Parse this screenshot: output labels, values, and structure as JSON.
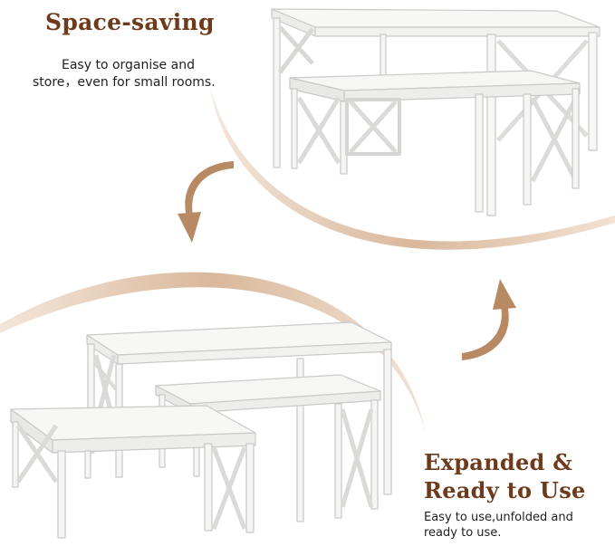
{
  "top_section": {
    "title": "Space-saving",
    "caption_line1": "Easy to organise and",
    "caption_line2": "store，even for small rooms."
  },
  "bottom_section": {
    "title_line1": "Expanded &",
    "title_line2": "Ready to Use",
    "caption_line1": "Easy to use,unfolded and",
    "caption_line2": "ready to use."
  },
  "colors": {
    "accent_brown": "#6e3a1c",
    "swoosh_tan": "#d9b89c",
    "arrow_brown": "#b88a63"
  },
  "icons": [
    "curved-arrow-down-icon",
    "curved-arrow-up-icon"
  ]
}
